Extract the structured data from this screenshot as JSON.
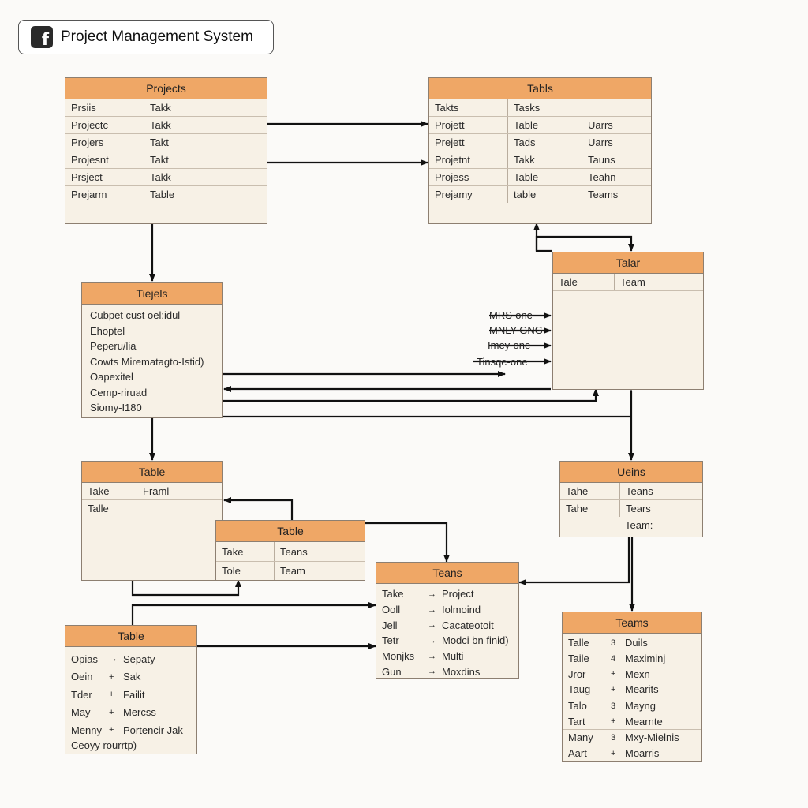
{
  "app": {
    "title": "Project Management System",
    "icon": "facebook-icon"
  },
  "colors": {
    "header": "#efa766",
    "body": "#f7f1e6",
    "border": "#8d7f71",
    "arrow": "#111111"
  },
  "tables": {
    "projects": {
      "title": "Projects",
      "rows": [
        [
          "Prsiis",
          "Takk"
        ],
        [
          "Projectc",
          "Takk"
        ],
        [
          "Projers",
          "Takt"
        ],
        [
          "Projesnt",
          "Takt"
        ],
        [
          "Prsject",
          "Takk"
        ],
        [
          "Prejarm",
          "Table"
        ]
      ]
    },
    "tasks": {
      "title": "Tabls",
      "rows": [
        [
          "Takts",
          "Tasks",
          ""
        ],
        [
          "Projett",
          "Table",
          "Uarrs"
        ],
        [
          "Prejett",
          "Tads",
          "Uarrs"
        ],
        [
          "Projetnt",
          "Takk",
          "Tauns"
        ],
        [
          "Projess",
          "Table",
          "Teahn"
        ],
        [
          "Prejamy",
          "table",
          "Teams"
        ]
      ]
    },
    "tejels": {
      "title": "Tiejels",
      "lines": [
        "Cubpet cust oel:idul",
        "Ehoptel",
        "Peperu/lia",
        "Cowts Mirematagto-Istid)",
        "Oapexitel",
        "Cemp-riruad",
        "Siomy-I180"
      ]
    },
    "talar": {
      "title": "Talar",
      "rows": [
        [
          "Tale",
          "Team"
        ]
      ]
    },
    "table_left": {
      "title": "Table",
      "rows": [
        [
          "Take",
          "Framl"
        ],
        [
          "Talle",
          ""
        ]
      ]
    },
    "table_mid": {
      "title": "Table",
      "rows": [
        [
          "Take",
          "Teans"
        ],
        [
          "Tole",
          "Team"
        ]
      ]
    },
    "teans_mid": {
      "title": "Teans",
      "rows": [
        [
          "Take",
          "Project"
        ],
        [
          "Ooll",
          "Iolmoind"
        ],
        [
          "Jell",
          "Cacateotoit"
        ],
        [
          "Tetr",
          "Modci bn finid)"
        ],
        [
          "Monjks",
          "Multi"
        ],
        [
          "Gun",
          "Moxdins"
        ]
      ]
    },
    "table_bottom": {
      "title": "Table",
      "rows": [
        [
          "Opias",
          "Sepaty"
        ],
        [
          "Oein",
          "Sak"
        ],
        [
          "Tder",
          "Failit"
        ],
        [
          "May",
          "Mercss"
        ],
        [
          "Menny",
          "Portencir Jak"
        ]
      ],
      "footer": "Ceoyy rourrtp)"
    },
    "users": {
      "title": "Ueins",
      "rows": [
        [
          "Tahe",
          "Teans"
        ],
        [
          "Tahe",
          "Tears"
        ],
        [
          "",
          "Team:"
        ]
      ]
    },
    "teams_bottom": {
      "title": "Teams",
      "rows": [
        [
          "Talle",
          "3",
          "Duils"
        ],
        [
          "Taile",
          "4",
          "Maximinj"
        ],
        [
          "Jror",
          "+",
          "Mexn"
        ],
        [
          "Taug",
          "+",
          "Mearits"
        ],
        [
          "Talo",
          "3",
          "Mayng"
        ],
        [
          "Tart",
          "+",
          "Mearnte"
        ],
        [
          "Many",
          "3",
          "Mxy-Mielnis"
        ],
        [
          "Aart",
          "+",
          "Moarris"
        ]
      ]
    }
  },
  "relations": [
    "MRS-one",
    "MNLY-GNG",
    "Imey-one",
    "Tinsqe-one"
  ]
}
